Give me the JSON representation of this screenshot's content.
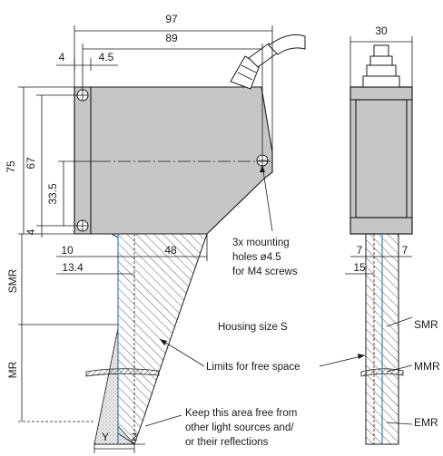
{
  "dimensions": {
    "overall_width": "97",
    "hole_spacing": "89",
    "edge_offset_left": "4",
    "edge_offset_right": "4.5",
    "overall_height": "75",
    "hole_vertical_spacing": "67",
    "half_height": "33.5",
    "bottom_offset": "4",
    "beam_offset": "10",
    "beam_offset_2": "13.4",
    "beam_width": "48",
    "side_width": "30",
    "side_offset_left": "7",
    "side_offset_right": "7",
    "side_offset_bottom": "15",
    "spot_y": "Y",
    "spot_offset": "2"
  },
  "range_labels": {
    "smr": "SMR",
    "mr": "MR",
    "side_smr": "SMR",
    "side_mmr": "MMR",
    "side_emr": "EMR"
  },
  "notes": {
    "mounting_line1": "3x mounting",
    "mounting_line2": "holes ø4.5",
    "mounting_line3": "for M4 screws",
    "housing": "Housing size S",
    "limits": "Limits for free space",
    "keep_line1": "Keep this area free from",
    "keep_line2": "other light sources and/",
    "keep_line3": "or their reflections"
  },
  "colors": {
    "housing_fill": "#c6c6c6",
    "beam_line": "#3a7fc4"
  }
}
